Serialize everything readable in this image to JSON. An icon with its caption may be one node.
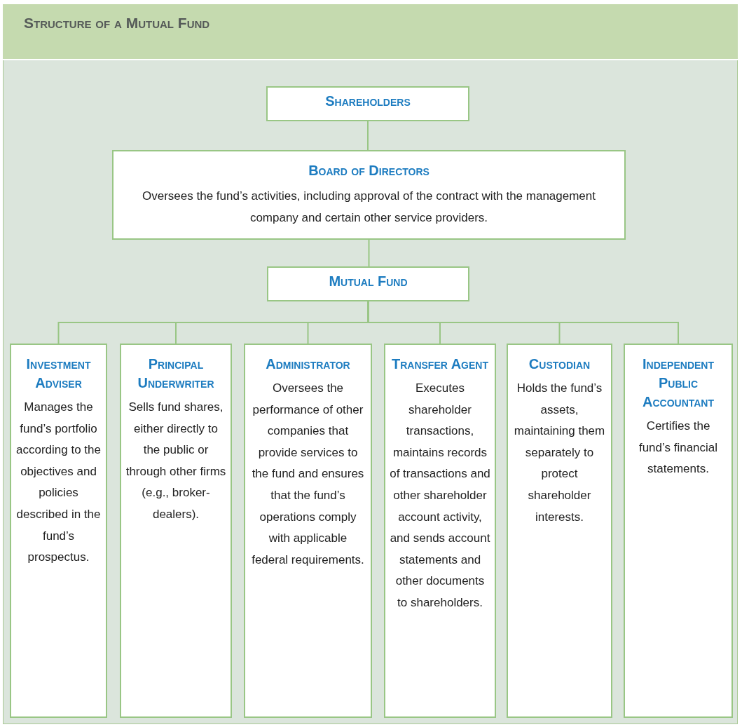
{
  "diagram": {
    "title": "Structure of a Mutual Fund",
    "nodes": [
      {
        "text": [
          "Shareholders"
        ]
      },
      {
        "text": [
          "Board of Directors",
          "Oversees the fund’s activities, including approval of the contract with the management company and certain other service providers."
        ]
      },
      {
        "text": [
          "Mutual Fund"
        ]
      },
      {
        "text": [
          "Investment Adviser",
          "Manages the fund’s portfolio according to the objectives and policies described in the fund’s prospectus."
        ]
      },
      {
        "text": [
          "Principal Underwriter",
          "Sells fund shares, either directly to the public or through other firms (e.g., broker-dealers)."
        ]
      },
      {
        "text": [
          "Administrator",
          "Oversees the performance of other companies that provide services to the fund and ensures that the fund’s operations comply with applicable federal requirements."
        ]
      },
      {
        "text": [
          "Transfer Agent",
          "Executes shareholder transactions, maintains records of transactions and other shareholder account activity, and sends account statements and other documents to shareholders."
        ]
      },
      {
        "text": [
          "Custodian",
          "Holds the fund’s assets, maintaining them separately to protect shareholder interests."
        ]
      },
      {
        "text": [
          "Independent Public Accountant",
          "Certifies the fund’s financial statements."
        ]
      }
    ],
    "edges": [
      {
        "from": 0,
        "to": 1,
        "arrow": "none"
      },
      {
        "from": 1,
        "to": 2,
        "arrow": "none"
      },
      {
        "from": 2,
        "to": 3,
        "arrow": "none"
      },
      {
        "from": 2,
        "to": 4,
        "arrow": "none"
      },
      {
        "from": 2,
        "to": 5,
        "arrow": "none"
      },
      {
        "from": 2,
        "to": 6,
        "arrow": "none"
      },
      {
        "from": 2,
        "to": 7,
        "arrow": "none"
      },
      {
        "from": 2,
        "to": 8,
        "arrow": "none"
      }
    ]
  }
}
